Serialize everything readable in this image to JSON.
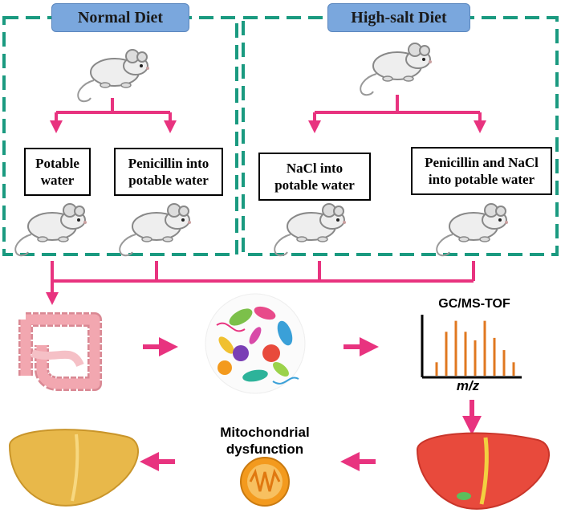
{
  "groups": {
    "normal": {
      "title": "Normal Diet"
    },
    "high_salt": {
      "title": "High-salt Diet"
    }
  },
  "treatments": [
    {
      "label_line1": "Potable",
      "label_line2": "water"
    },
    {
      "label_line1": "Penicillin into",
      "label_line2": "potable water"
    },
    {
      "label_line1": "NaCl into",
      "label_line2": "potable water"
    },
    {
      "label_line1": "Penicillin and NaCl",
      "label_line2": "into potable water"
    }
  ],
  "analysis": {
    "ms_title": "GC/MS-TOF",
    "ms_xlabel": "m/z",
    "ms_peaks": [
      0.22,
      0.72,
      0.9,
      0.72,
      0.58,
      0.9,
      0.62,
      0.42,
      0.22
    ]
  },
  "outcome": {
    "mito_line1": "Mitochondrial",
    "mito_line2": "dysfunction"
  },
  "colors": {
    "dashed_border": "#1a9a80",
    "arrow": "#e8337f",
    "pill": "#7aa7dd",
    "peak": "#e07820",
    "healthy_liver": "#e8b84a",
    "damaged_liver": "#e84a3c",
    "intestine": "#f2a7b0",
    "mitochondrion": "#f39a1e"
  },
  "icons": [
    "mouse-icon",
    "intestine-icon",
    "microbiota-icon",
    "mass-spectrum-icon",
    "liver-icon",
    "mitochondrion-icon"
  ]
}
